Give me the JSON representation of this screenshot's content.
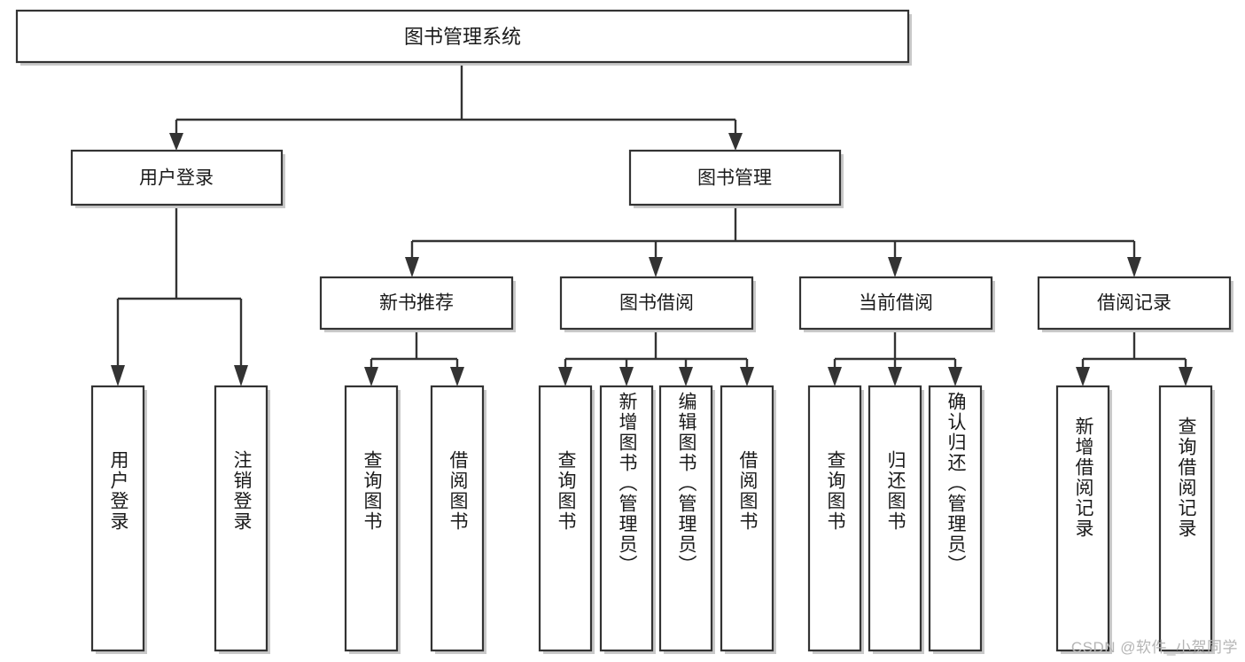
{
  "diagram": {
    "type": "tree",
    "title": "图书管理系统",
    "root": {
      "id": "root",
      "label": "图书管理系统"
    },
    "level2": [
      {
        "id": "user-login",
        "label": "用户登录"
      },
      {
        "id": "book-manage",
        "label": "图书管理"
      }
    ],
    "level3": [
      {
        "id": "new-book-recommend",
        "label": "新书推荐",
        "parent": "book-manage"
      },
      {
        "id": "book-borrow",
        "label": "图书借阅",
        "parent": "book-manage"
      },
      {
        "id": "current-borrow",
        "label": "当前借阅",
        "parent": "book-manage"
      },
      {
        "id": "borrow-record",
        "label": "借阅记录",
        "parent": "book-manage"
      }
    ],
    "leaves": [
      {
        "id": "leaf-user-login",
        "label": "用户登录",
        "parent": "user-login"
      },
      {
        "id": "leaf-logout-login",
        "label": "注销登录",
        "parent": "user-login"
      },
      {
        "id": "leaf-query-book-1",
        "label": "查询图书",
        "parent": "new-book-recommend"
      },
      {
        "id": "leaf-borrow-book-1",
        "label": "借阅图书",
        "parent": "new-book-recommend"
      },
      {
        "id": "leaf-query-book-2",
        "label": "查询图书",
        "parent": "book-borrow"
      },
      {
        "id": "leaf-add-book",
        "label": "新增图书（管理员）",
        "parent": "book-borrow"
      },
      {
        "id": "leaf-edit-book",
        "label": "编辑图书（管理员）",
        "parent": "book-borrow"
      },
      {
        "id": "leaf-borrow-book-2",
        "label": "借阅图书",
        "parent": "book-borrow"
      },
      {
        "id": "leaf-query-book-3",
        "label": "查询图书",
        "parent": "current-borrow"
      },
      {
        "id": "leaf-return-book",
        "label": "归还图书",
        "parent": "current-borrow"
      },
      {
        "id": "leaf-confirm-return",
        "label": "确认归还（管理员）",
        "parent": "current-borrow"
      },
      {
        "id": "leaf-add-record",
        "label": "新增借阅记录",
        "parent": "borrow-record"
      },
      {
        "id": "leaf-query-record",
        "label": "查询借阅记录",
        "parent": "borrow-record"
      }
    ],
    "colors": {
      "box_fill": "#ffffff",
      "box_stroke": "#333333",
      "connector": "#333333",
      "text": "#1a1a1a",
      "watermark": "#b5b5b5",
      "background": "#ffffff"
    }
  },
  "watermark": {
    "text": "CSDN @软件_小贺同学"
  }
}
